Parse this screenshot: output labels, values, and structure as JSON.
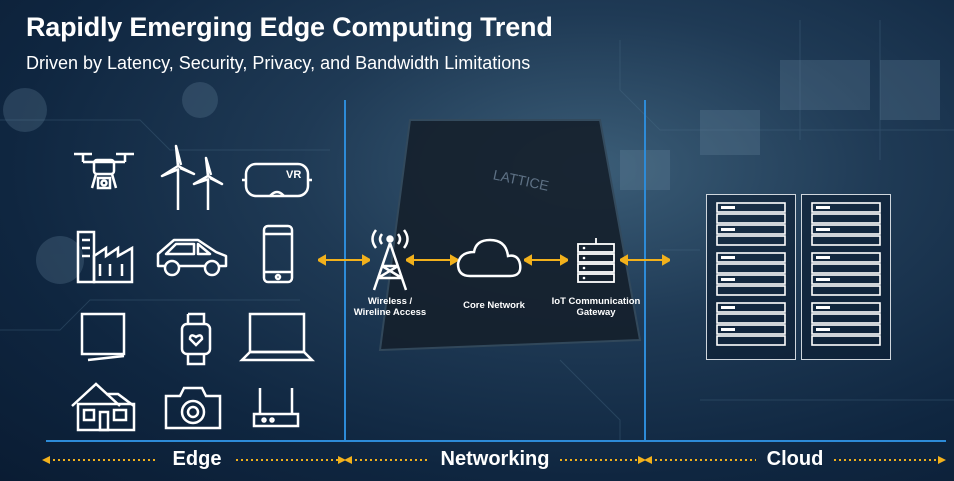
{
  "title": "Rapidly Emerging Edge Computing Trend",
  "subtitle": "Driven by Latency, Security, Privacy, and Bandwidth Limitations",
  "chip_label": "LATTICE",
  "vr_label": "VR",
  "network_nodes": [
    {
      "label": "Wireless / Wireline Access",
      "icon": "radio-tower-icon"
    },
    {
      "label": "Core Network",
      "icon": "cloud-icon"
    },
    {
      "label": "IoT Communication Gateway",
      "icon": "gateway-server-icon"
    }
  ],
  "edge_devices": [
    "drone-icon",
    "wind-turbine-icon",
    "vr-headset-icon",
    "factory-icon",
    "car-icon",
    "smartphone-icon",
    "monitor-icon",
    "smartwatch-icon",
    "laptop-icon",
    "house-icon",
    "camera-icon",
    "router-icon"
  ],
  "sections": [
    "Edge",
    "Networking",
    "Cloud"
  ],
  "colors": {
    "accent_line": "#2d8bd8",
    "arrow": "#f2b11c",
    "text": "#ffffff"
  }
}
